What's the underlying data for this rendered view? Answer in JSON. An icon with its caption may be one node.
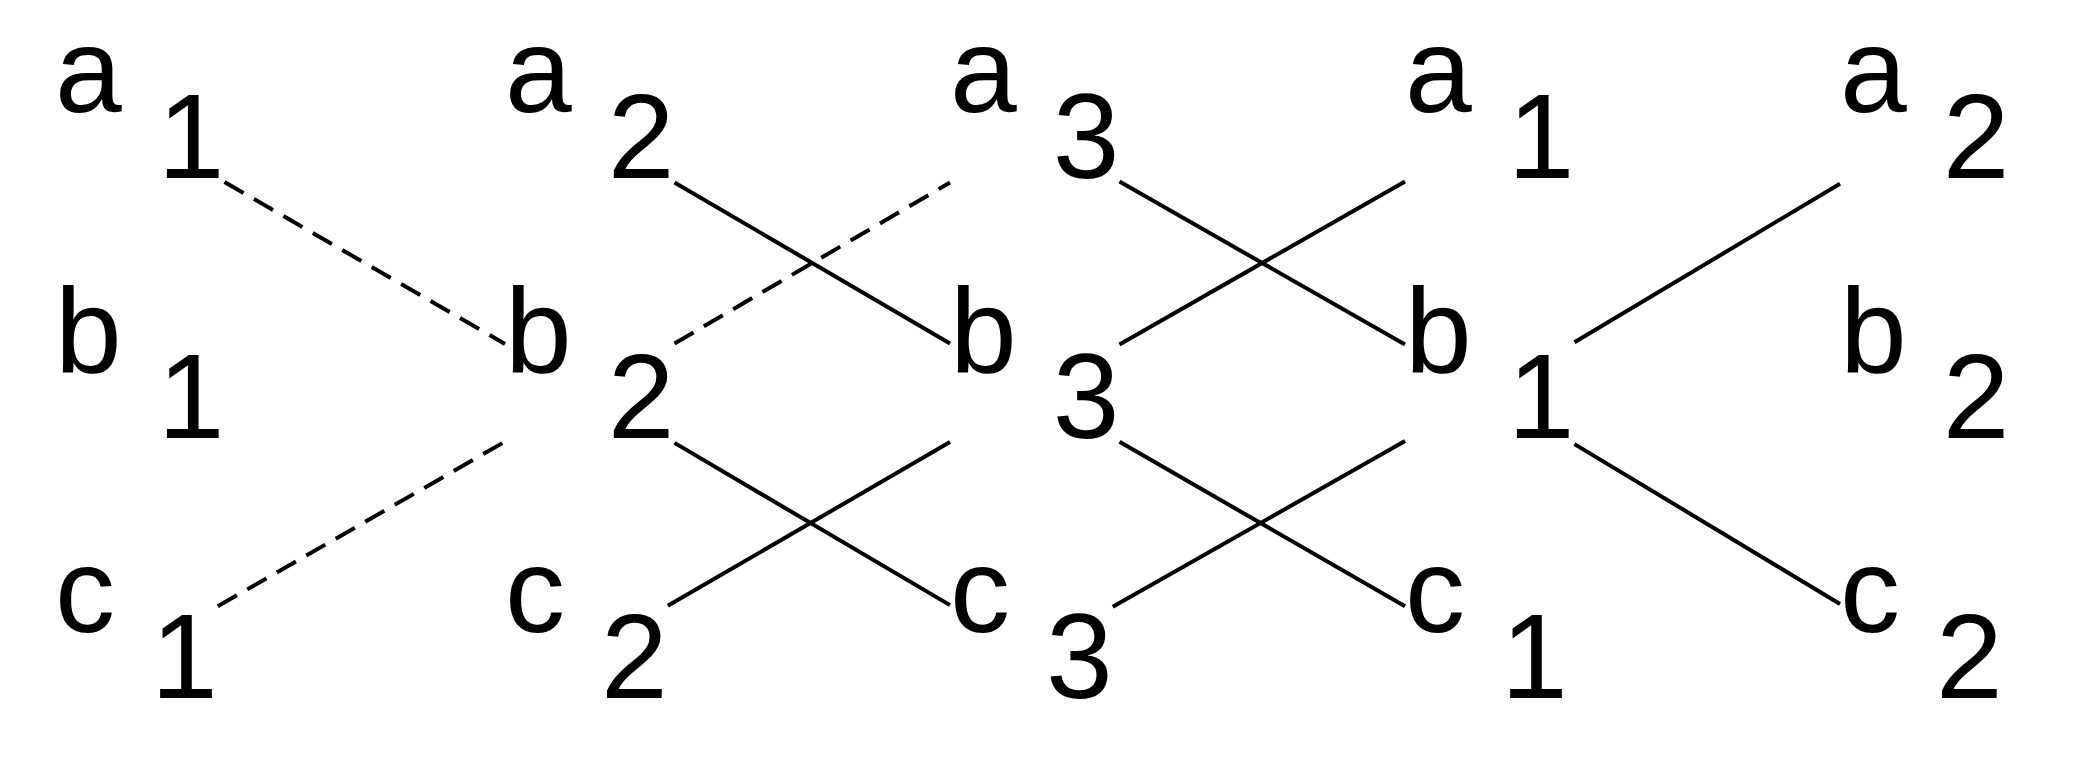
{
  "diagram": {
    "nodes": [
      {
        "text": [
          "a$_{1}$"
        ]
      },
      {
        "text": [
          "a$_{2}$"
        ]
      },
      {
        "text": [
          "a$_{3}$"
        ]
      },
      {
        "text": [
          "a$_{1}$"
        ]
      },
      {
        "text": [
          "a$_{2}$"
        ]
      },
      {
        "text": [
          "b$_{1}$"
        ]
      },
      {
        "text": [
          "b$_{2}$"
        ]
      },
      {
        "text": [
          "b$_{3}$"
        ]
      },
      {
        "text": [
          "b$_{1}$"
        ]
      },
      {
        "text": [
          "b$_{2}$"
        ]
      },
      {
        "text": [
          "c$_{1}$"
        ]
      },
      {
        "text": [
          "c$_{2}$"
        ]
      },
      {
        "text": [
          "c$_{3}$"
        ]
      },
      {
        "text": [
          "c$_{1}$"
        ]
      },
      {
        "text": [
          "c$_{2}$"
        ]
      }
    ],
    "edges": [
      {
        "from": 0,
        "to": 6,
        "arrow": "none",
        "style": "dashed"
      },
      {
        "from": 10,
        "to": 6,
        "arrow": "none",
        "style": "dashed"
      },
      {
        "from": 6,
        "to": 2,
        "arrow": "none",
        "style": "dashed"
      },
      {
        "from": 6,
        "to": 12,
        "arrow": "none"
      },
      {
        "from": 1,
        "to": 7,
        "arrow": "none"
      },
      {
        "from": 11,
        "to": 7,
        "arrow": "none"
      },
      {
        "from": 7,
        "to": 3,
        "arrow": "none"
      },
      {
        "from": 7,
        "to": 13,
        "arrow": "none"
      },
      {
        "from": 2,
        "to": 8,
        "arrow": "none"
      },
      {
        "from": 12,
        "to": 8,
        "arrow": "none"
      },
      {
        "from": 8,
        "to": 4,
        "arrow": "none"
      },
      {
        "from": 8,
        "to": 14,
        "arrow": "none"
      }
    ]
  }
}
